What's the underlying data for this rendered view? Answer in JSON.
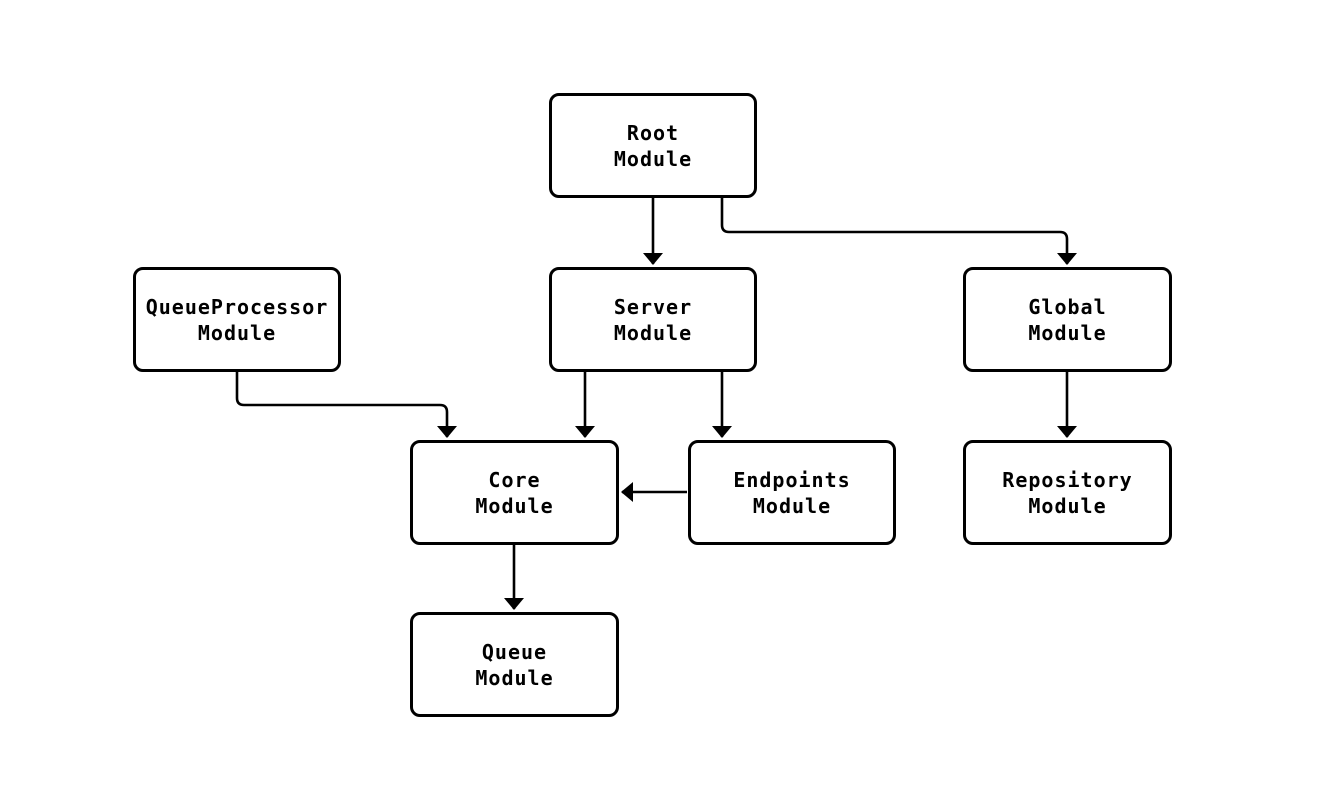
{
  "diagram": {
    "type": "flowchart",
    "background_color": "#ffffff",
    "node_fill_color": "#ffffff",
    "node_border_color": "#000000",
    "edge_color": "#000000",
    "text_color": "#000000",
    "nodes": [
      {
        "id": "root",
        "label": [
          "Root",
          "Module"
        ]
      },
      {
        "id": "server",
        "label": [
          "Server",
          "Module"
        ]
      },
      {
        "id": "global",
        "label": [
          "Global",
          "Module"
        ]
      },
      {
        "id": "queueprocessor",
        "label": [
          "QueueProcessor",
          "Module"
        ]
      },
      {
        "id": "core",
        "label": [
          "Core",
          "Module"
        ]
      },
      {
        "id": "endpoints",
        "label": [
          "Endpoints",
          "Module"
        ]
      },
      {
        "id": "repository",
        "label": [
          "Repository",
          "Module"
        ]
      },
      {
        "id": "queue",
        "label": [
          "Queue",
          "Module"
        ]
      }
    ],
    "edges": [
      {
        "from": "root",
        "to": "server"
      },
      {
        "from": "root",
        "to": "global"
      },
      {
        "from": "queueprocessor",
        "to": "core"
      },
      {
        "from": "server",
        "to": "core"
      },
      {
        "from": "server",
        "to": "endpoints"
      },
      {
        "from": "endpoints",
        "to": "core"
      },
      {
        "from": "global",
        "to": "repository"
      },
      {
        "from": "core",
        "to": "queue"
      }
    ]
  }
}
